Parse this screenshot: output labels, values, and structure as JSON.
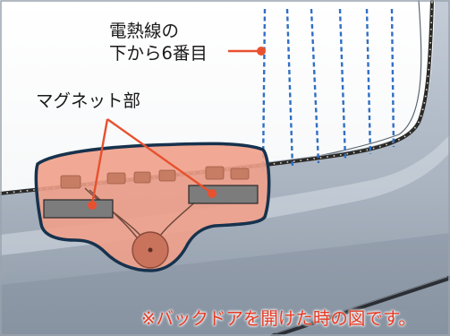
{
  "heater_label": {
    "line1": "電熱線の",
    "line2": "下から6番目"
  },
  "magnet_label": "マグネット部",
  "note": "※バックドアを開けた時の図です。",
  "colors": {
    "callout": "#e8512f",
    "heater_lines": "#2f6fc4",
    "highlight_fill": "#efa08a",
    "outline": "#17324d",
    "magnet_strip": "#7c7c7c",
    "note_text": "#e63a24",
    "door_body": "#b9c3cf"
  }
}
